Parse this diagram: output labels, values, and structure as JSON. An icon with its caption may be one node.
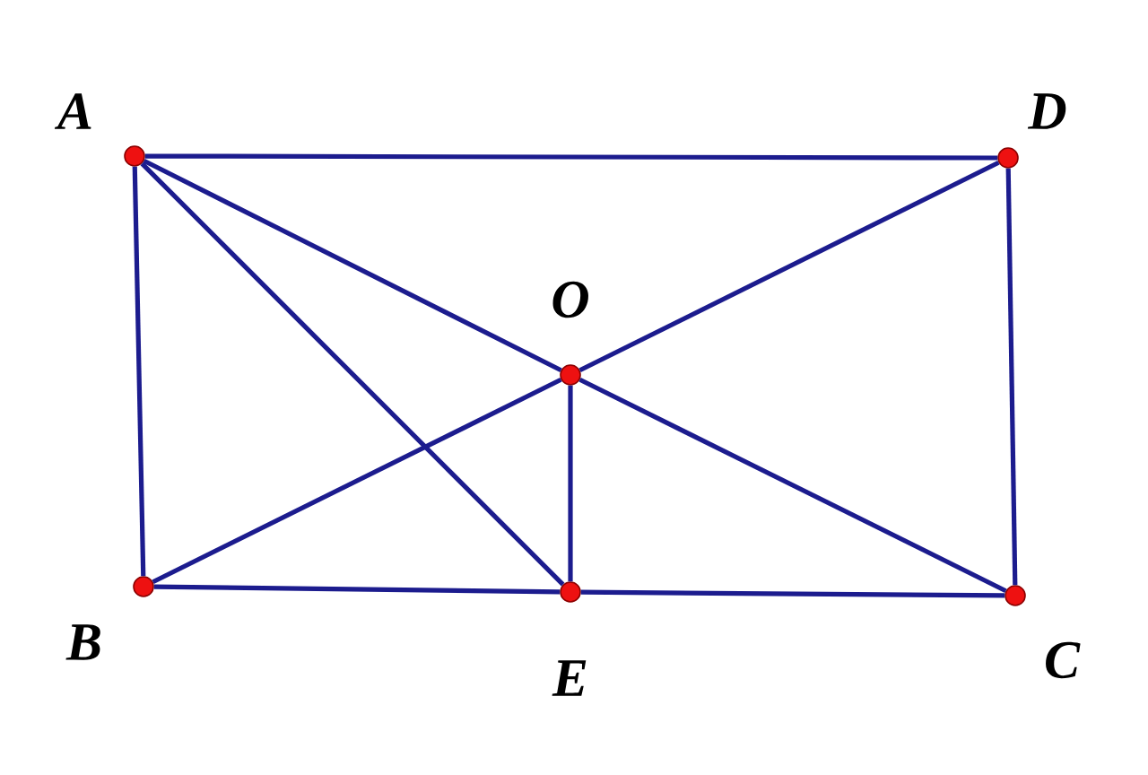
{
  "diagram": {
    "nodes": [
      {
        "text": [
          "A"
        ]
      },
      {
        "text": [
          "D"
        ]
      },
      {
        "text": [
          "O"
        ]
      },
      {
        "text": [
          "B"
        ]
      },
      {
        "text": [
          "E"
        ]
      },
      {
        "text": [
          "C"
        ]
      }
    ],
    "edges": [
      {
        "from": 0,
        "to": 1,
        "arrow": "none"
      },
      {
        "from": 0,
        "to": 3,
        "arrow": "none"
      },
      {
        "from": 1,
        "to": 5,
        "arrow": "none"
      },
      {
        "from": 3,
        "to": 4,
        "arrow": "none"
      },
      {
        "from": 4,
        "to": 5,
        "arrow": "none"
      },
      {
        "from": 0,
        "to": 2,
        "arrow": "none"
      },
      {
        "from": 2,
        "to": 5,
        "arrow": "none"
      },
      {
        "from": 1,
        "to": 2,
        "arrow": "none"
      },
      {
        "from": 2,
        "to": 3,
        "arrow": "none"
      },
      {
        "from": 0,
        "to": 4,
        "arrow": "none"
      },
      {
        "from": 2,
        "to": 4,
        "arrow": "none"
      }
    ]
  }
}
